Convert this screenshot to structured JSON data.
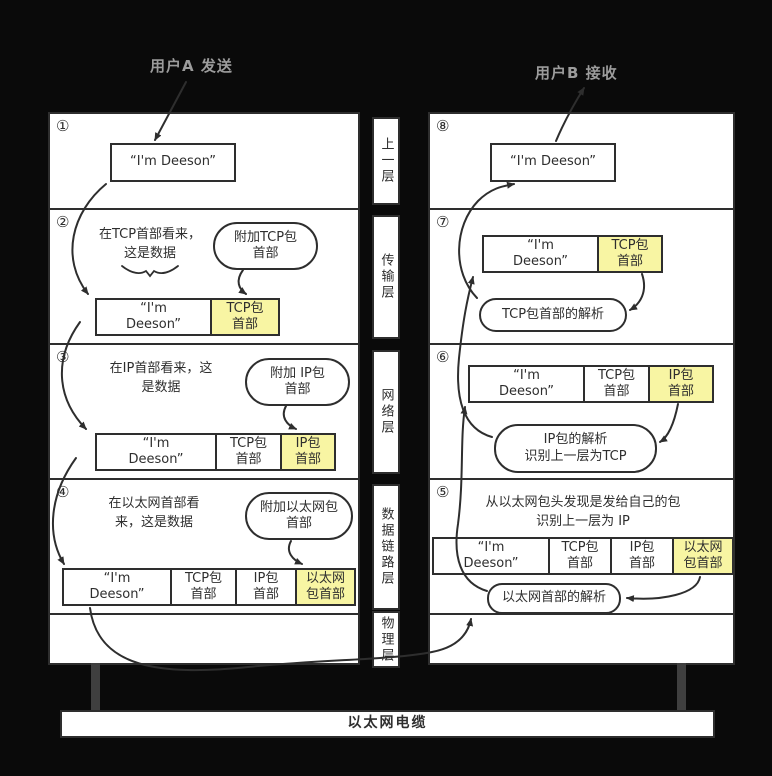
{
  "colors": {
    "background": "#0a0a0a",
    "panel": "#ffffff",
    "line": "#2e2e2e",
    "highlight": "#f8f5a3",
    "muted_label": "#9c9c9c"
  },
  "header": {
    "sender": "用户A 发送",
    "receiver": "用户B 接收"
  },
  "layers": [
    "上一层",
    "传输层",
    "网络层",
    "数据链路层",
    "物理层"
  ],
  "cable": {
    "label": "以太网电缆"
  },
  "sender": {
    "step1": {
      "num": "①",
      "message": "“I'm Deeson”"
    },
    "step2": {
      "num": "②",
      "note": "在TCP首部看来，\n这是数据",
      "bubble": "附加TCP包\n首部",
      "cells": {
        "msg": "“I'm\nDeeson”",
        "tcp": "TCP包\n首部"
      }
    },
    "step3": {
      "num": "③",
      "note": "在IP首部看来，这\n是数据",
      "bubble": "附加 IP包\n首部",
      "cells": {
        "msg": "“I'm\nDeeson”",
        "tcp": "TCP包\n首部",
        "ip": "IP包\n首部"
      }
    },
    "step4": {
      "num": "④",
      "note": "在以太网首部看\n来，这是数据",
      "bubble": "附加以太网包\n首部",
      "cells": {
        "msg": "“I'm\nDeeson”",
        "tcp": "TCP包\n首部",
        "ip": "IP包\n首部",
        "eth": "以太网\n包首部"
      }
    }
  },
  "receiver": {
    "step8": {
      "num": "⑧",
      "message": "“I'm Deeson”"
    },
    "step7": {
      "num": "⑦",
      "bubble": "TCP包首部的解析",
      "cells": {
        "msg": "“I'm\nDeeson”",
        "tcp": "TCP包\n首部"
      }
    },
    "step6": {
      "num": "⑥",
      "bubble": "IP包的解析\n识别上一层为TCP",
      "cells": {
        "msg": "“I'm\nDeeson”",
        "tcp": "TCP包\n首部",
        "ip": "IP包\n首部"
      }
    },
    "step5": {
      "num": "⑤",
      "note": "从以太网包头发现是发给自己的包\n识别上一层为 IP",
      "bubble": "以太网首部的解析",
      "cells": {
        "msg": "“I'm\nDeeson”",
        "tcp": "TCP包\n首部",
        "ip": "IP包\n首部",
        "eth": "以太网\n包首部"
      }
    }
  }
}
